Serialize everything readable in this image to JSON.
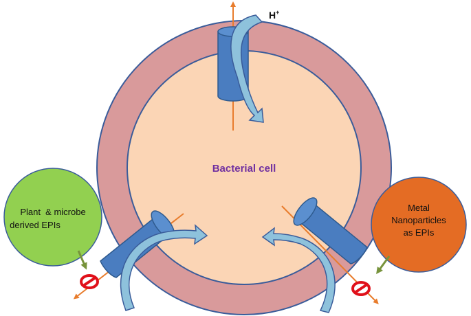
{
  "cell_label": "Bacterial cell",
  "proton_label": "H",
  "proton_charge": "+",
  "plant_label_line1": "Plant  & microbe",
  "plant_label_line2": "derived EPIs",
  "metal_label_line1": "Metal",
  "metal_label_line2": "Nanoparticles",
  "metal_label_line3": "as EPIs",
  "colors": {
    "outer_membrane": "#d99a9b",
    "cytoplasm": "#fbd5b5",
    "outline": "#3a5c9a",
    "pump": "#4a7dc0",
    "curved_arrow": "#8ec2dc",
    "efflux_arrow": "#e87c2c",
    "cell_label": "#7030a0",
    "plant_fill": "#92d050",
    "metal_fill": "#e46c24",
    "inhibitor": "#e0101a",
    "pointer_arrow": "#77933c"
  }
}
